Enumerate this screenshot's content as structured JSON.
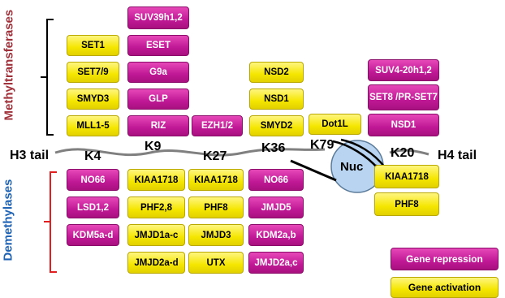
{
  "labels": {
    "methyltransferases": "Methyltransferases",
    "demethylases": "Demethylases",
    "h3_tail": "H3 tail",
    "h4_tail": "H4 tail",
    "nuc": "Nuc"
  },
  "sites": [
    "K4",
    "K9",
    "K27",
    "K36",
    "K79",
    "K20"
  ],
  "methyltransferases": {
    "k4": [
      "SET1",
      "SET7/9",
      "SMYD3",
      "MLL1-5"
    ],
    "k9": [
      "SUV39h1,2",
      "ESET",
      "G9a",
      "GLP",
      "RIZ"
    ],
    "k27": [
      "EZH1/2"
    ],
    "k36": [
      "NSD2",
      "NSD1",
      "SMYD2"
    ],
    "k79": [
      "Dot1L"
    ],
    "k20": [
      "SUV4-20h1,2",
      "SET8 /PR-SET7",
      "NSD1"
    ]
  },
  "demethylases": {
    "k4": [
      "NO66",
      "LSD1,2",
      "KDM5a-d"
    ],
    "k9": [
      "KIAA1718",
      "PHF2,8",
      "JMJD1a-c",
      "JMJD2a-d"
    ],
    "k27": [
      "KIAA1718",
      "PHF8",
      "JMJD3",
      "UTX"
    ],
    "k36": [
      "NO66",
      "JMJD5",
      "KDM2a,b",
      "JMJD2a,c"
    ],
    "k20": [
      "KIAA1718",
      "PHF8"
    ]
  },
  "legend": {
    "repression": "Gene repression",
    "activation": "Gene activation"
  },
  "colors": {
    "repression": "#c01896",
    "activation": "#f5e600",
    "methyltransferase_label": "#a0313a",
    "demethylase_label": "#1f63b5",
    "nucleosome": "#b8d4f0"
  }
}
